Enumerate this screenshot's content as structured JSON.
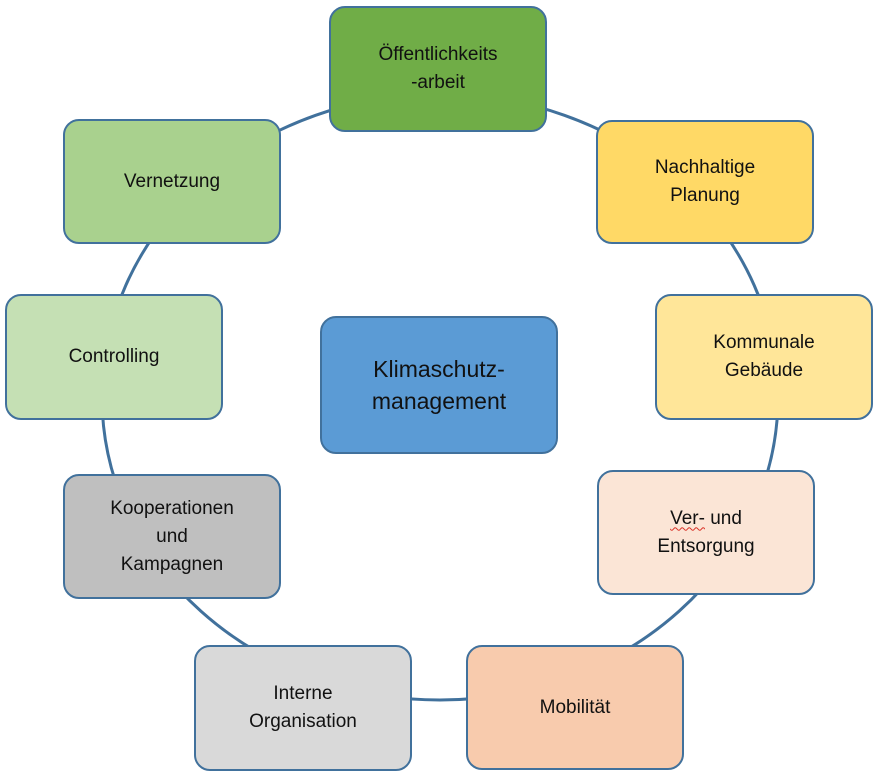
{
  "diagram": {
    "colors": {
      "ring": "#41719c",
      "border": "#41719c"
    },
    "center": {
      "lines": [
        "Klimaschutz-",
        "management"
      ],
      "fill": "#5b9bd5"
    },
    "nodes": {
      "oeffentlichkeit": {
        "lines": [
          "Öffentlichkeits",
          "-arbeit"
        ],
        "fill": "#70ad47"
      },
      "planung": {
        "lines": [
          "Nachhaltige",
          "Planung"
        ],
        "fill": "#ffd966"
      },
      "gebaeude": {
        "lines": [
          "Kommunale",
          "Gebäude"
        ],
        "fill": "#ffe699"
      },
      "versorgung": {
        "line1_a": "Ver-",
        "line1_b": " und",
        "line2": "Entsorgung",
        "fill": "#fbe5d6"
      },
      "mobilitaet": {
        "lines": [
          "Mobilität"
        ],
        "fill": "#f8cbad"
      },
      "organisation": {
        "lines": [
          "Interne",
          "Organisation"
        ],
        "fill": "#d9d9d9"
      },
      "kooperationen": {
        "lines": [
          "Kooperationen",
          "und",
          "Kampagnen"
        ],
        "fill": "#bfbfbf"
      },
      "controlling": {
        "lines": [
          "Controlling"
        ],
        "fill": "#c5e0b4"
      },
      "vernetzung": {
        "lines": [
          "Vernetzung"
        ],
        "fill": "#a9d18e"
      }
    }
  }
}
